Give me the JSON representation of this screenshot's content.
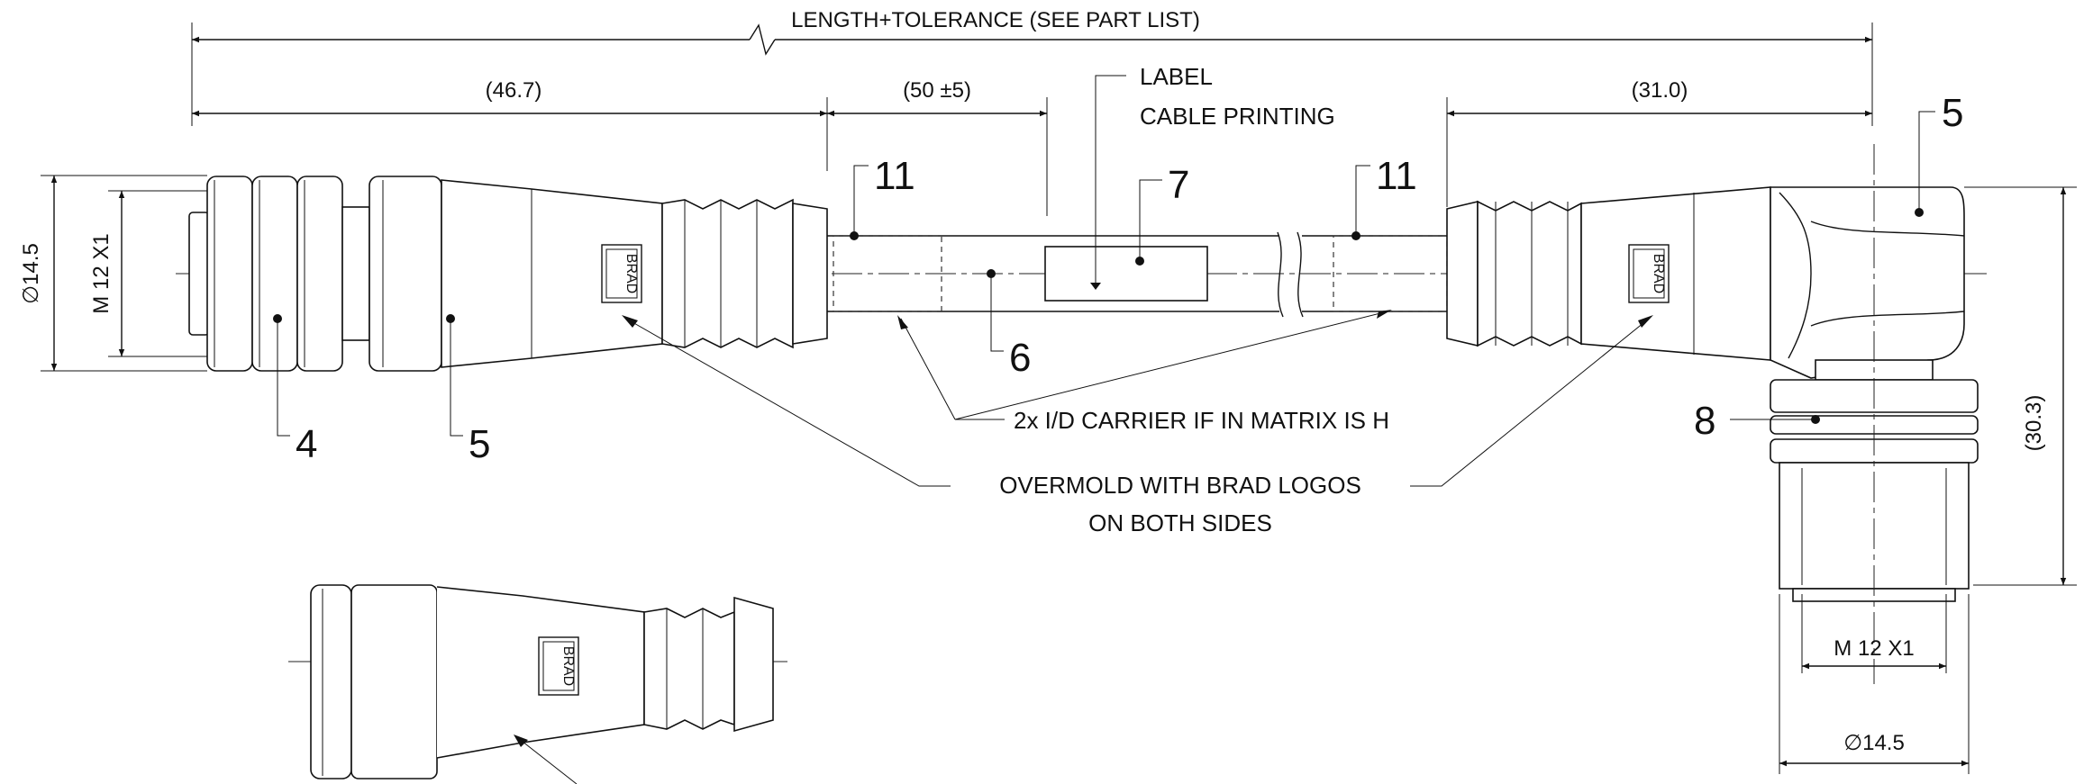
{
  "dimensions": {
    "overall_length": "LENGTH+TOLERANCE (SEE PART LIST)",
    "left_connector_length": "(46.7)",
    "label_offset": "(50 ±5)",
    "right_connector_length": "(31.0)",
    "left_diameter": "∅14.5",
    "left_thread": "M 12 X1",
    "right_height": "(30.3)",
    "bottom_thread": "M 12 X1",
    "bottom_diameter": "∅14.5"
  },
  "callouts": {
    "label_line1": "LABEL",
    "label_line2": "CABLE PRINTING",
    "id_carrier": "2x I/D CARRIER IF IN MATRIX IS H",
    "overmold_line1": "OVERMOLD WITH BRAD LOGOS",
    "overmold_line2": "ON BOTH SIDES"
  },
  "part_numbers": {
    "n4": "4",
    "n5_left": "5",
    "n5_right": "5",
    "n6": "6",
    "n7": "7",
    "n8": "8",
    "n11_left": "11",
    "n11_right": "11"
  },
  "logo_text": "BRAD"
}
